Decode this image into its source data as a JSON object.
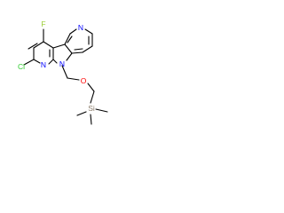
{
  "molecule": {
    "atoms": {
      "F": "F",
      "Cl": "Cl",
      "N_top": "N",
      "N_left": "N",
      "N_center": "N",
      "O": "O",
      "Si": "Si"
    },
    "colors": {
      "F": "#9acd32",
      "Cl": "#32cd32",
      "N": "#0000ff",
      "O": "#ff0000",
      "Si": "#8b7d6b",
      "bond": "#000000"
    }
  }
}
